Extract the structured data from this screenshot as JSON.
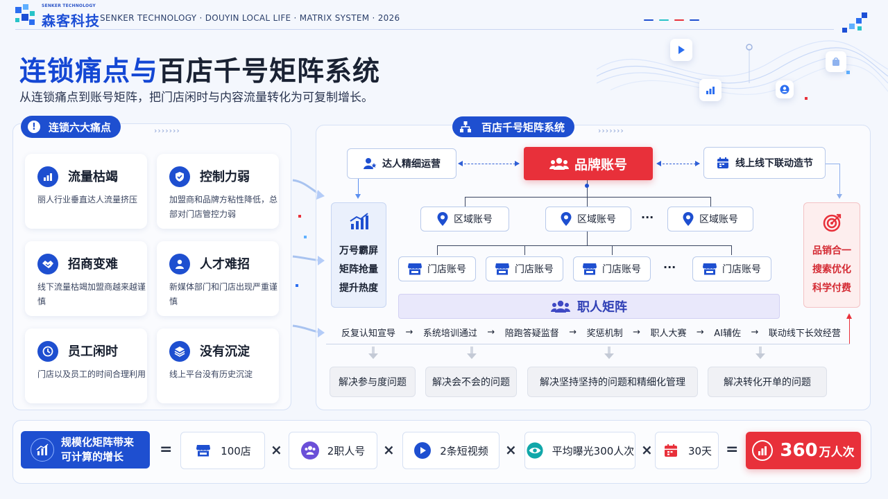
{
  "header": {
    "brand_small": "SENKER TECHNOLOGY",
    "brand_cn": "森客科技",
    "tagline": "SENKER TECHNOLOGY · DOUYIN LOCAL LIFE · MATRIX SYSTEM · 2026"
  },
  "title": {
    "part1": "连锁痛点与",
    "part2": "百店千号矩阵系统",
    "subtitle": "从连锁痛点到账号矩阵，把门店闲时与内容流量转化为可复制增长。"
  },
  "left": {
    "pill": "连锁六大痛点",
    "chevrons": "›››››››",
    "cards": [
      {
        "title": "流量枯竭",
        "desc": "丽人行业垂直达人流量挤压",
        "icon": "bar-chart-icon"
      },
      {
        "title": "控制力弱",
        "desc": "加盟商和品牌方粘性降低，总部对门店管控力弱",
        "icon": "shield-check-icon"
      },
      {
        "title": "招商变难",
        "desc": "线下流量枯竭加盟商越来越谨慎",
        "icon": "handshake-icon"
      },
      {
        "title": "人才难招",
        "desc": "新媒体部门和门店出现严重谨慎",
        "icon": "person-icon"
      },
      {
        "title": "员工闲时",
        "desc": "门店以及员工的时间合理利用",
        "icon": "clock-icon"
      },
      {
        "title": "没有沉淀",
        "desc": "线上平台没有历史沉淀",
        "icon": "layers-icon"
      }
    ]
  },
  "right": {
    "pill": "百店千号矩阵系统",
    "influencer": "达人精细运营",
    "brand": "品牌账号",
    "event": "线上线下联动造节",
    "region": "区域账号",
    "store": "门店账号",
    "ellipsis": "···",
    "left_side": [
      "万号霸屏",
      "矩阵抢量",
      "提升热度"
    ],
    "right_side": [
      "品销合一",
      "搜索优化",
      "科学付费"
    ],
    "staff": "职人矩阵",
    "flow": [
      "反复认知宣导",
      "系统培训通过",
      "陪跑答疑监督",
      "奖惩机制",
      "职人大赛",
      "AI辅佐",
      "联动线下长效经营"
    ],
    "arrow": "→",
    "solutions": [
      "解决参与度问题",
      "解决会不会的问题",
      "解决坚持坚持的问题和精细化管理",
      "解决转化开单的问题"
    ]
  },
  "formula": {
    "label": "规模化矩阵带来可计算的增长",
    "items": [
      {
        "text": "100店",
        "icon": "store-icon"
      },
      {
        "text": "2职人号",
        "icon": "people-icon"
      },
      {
        "text": "2条短视频",
        "icon": "play-icon"
      },
      {
        "text": "平均曝光300人次",
        "icon": "eye-icon"
      },
      {
        "text": "30天",
        "icon": "calendar-icon"
      }
    ],
    "equals": "=",
    "times": "×",
    "result_num": "360",
    "result_unit": "万人次"
  },
  "colors": {
    "primary": "#1e4fd0",
    "accent": "#e8303a",
    "text": "#1a2233"
  }
}
